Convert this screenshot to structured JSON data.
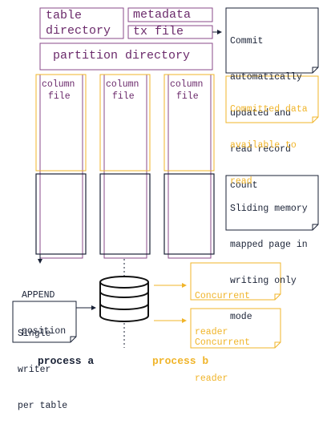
{
  "storage": {
    "table_directory": [
      "table",
      "directory"
    ],
    "metadata": "metadata",
    "tx_file": "tx file",
    "partition_directory": "partition directory",
    "column_file": [
      "column",
      "file"
    ]
  },
  "notes": {
    "commit": [
      "Commit",
      "automatically",
      "updated and",
      "read record",
      "count"
    ],
    "committed_data": [
      "Committed data",
      "available to",
      "read"
    ],
    "sliding_memory": [
      "Sliding memory",
      "mapped page in",
      "writing only",
      "mode"
    ],
    "single_writer": [
      "Single",
      "writer",
      "per table"
    ],
    "concurrent_reader_1": [
      "Concurrent",
      "reader"
    ],
    "concurrent_reader_2": [
      "Concurrent",
      "reader"
    ]
  },
  "append_position": [
    "APPEND",
    "position"
  ],
  "process_a": "process a",
  "process_b": "process b",
  "colors": {
    "purple": "#8a4a8a",
    "dark": "#1a2236",
    "orange": "#f0b429",
    "text_purple": "#6b2a6b"
  },
  "icons": {
    "database": "database-icon"
  }
}
